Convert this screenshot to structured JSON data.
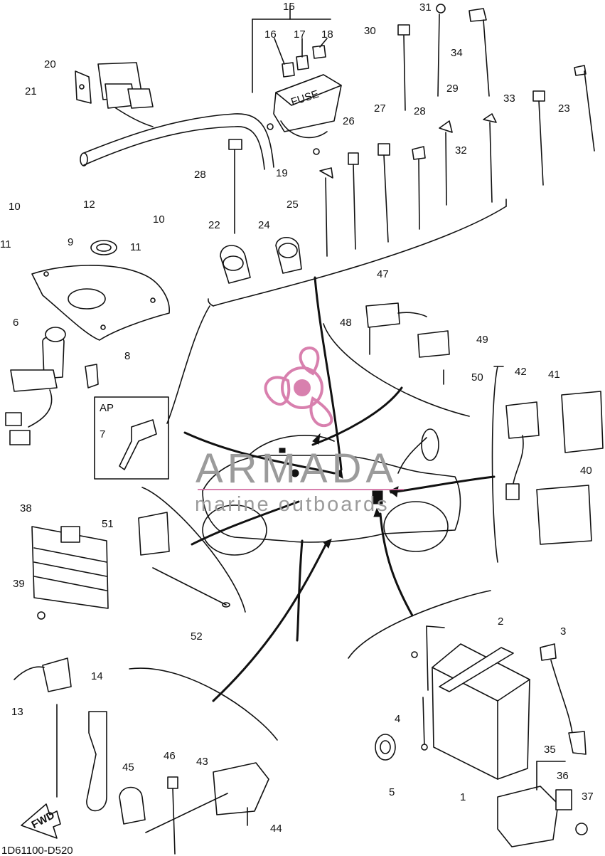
{
  "diagram": {
    "part_labels": [
      "1",
      "2",
      "3",
      "4",
      "5",
      "6",
      "7",
      "8",
      "9",
      "10",
      "10",
      "11",
      "11",
      "12",
      "13",
      "14",
      "15",
      "16",
      "17",
      "18",
      "19",
      "20",
      "21",
      "22",
      "23",
      "24",
      "25",
      "26",
      "27",
      "28",
      "28",
      "29",
      "30",
      "31",
      "32",
      "33",
      "34",
      "35",
      "36",
      "37",
      "38",
      "39",
      "40",
      "41",
      "42",
      "43",
      "44",
      "45",
      "46",
      "47",
      "48",
      "49",
      "50",
      "51",
      "52"
    ],
    "fuse_text": "FUSE",
    "ap_label": "AP",
    "fwd_label": "FWD",
    "drawing_code": "1D61100-D520"
  },
  "watermark": {
    "brand": "ARMADA",
    "tagline": "marine outboards",
    "brand_color": "#d26aa0",
    "text_color": "#8c8c8c"
  }
}
